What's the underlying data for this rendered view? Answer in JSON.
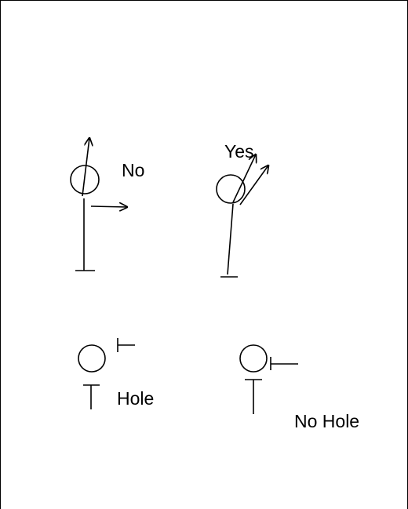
{
  "labels": {
    "no": "No",
    "yes": "Yes",
    "hole": "Hole",
    "no_hole": "No Hole"
  },
  "colors": {
    "background": "#ffffff",
    "stroke": "#000000",
    "border": "#000000"
  },
  "icons": [
    "circle",
    "arrow",
    "tee",
    "club-head"
  ]
}
